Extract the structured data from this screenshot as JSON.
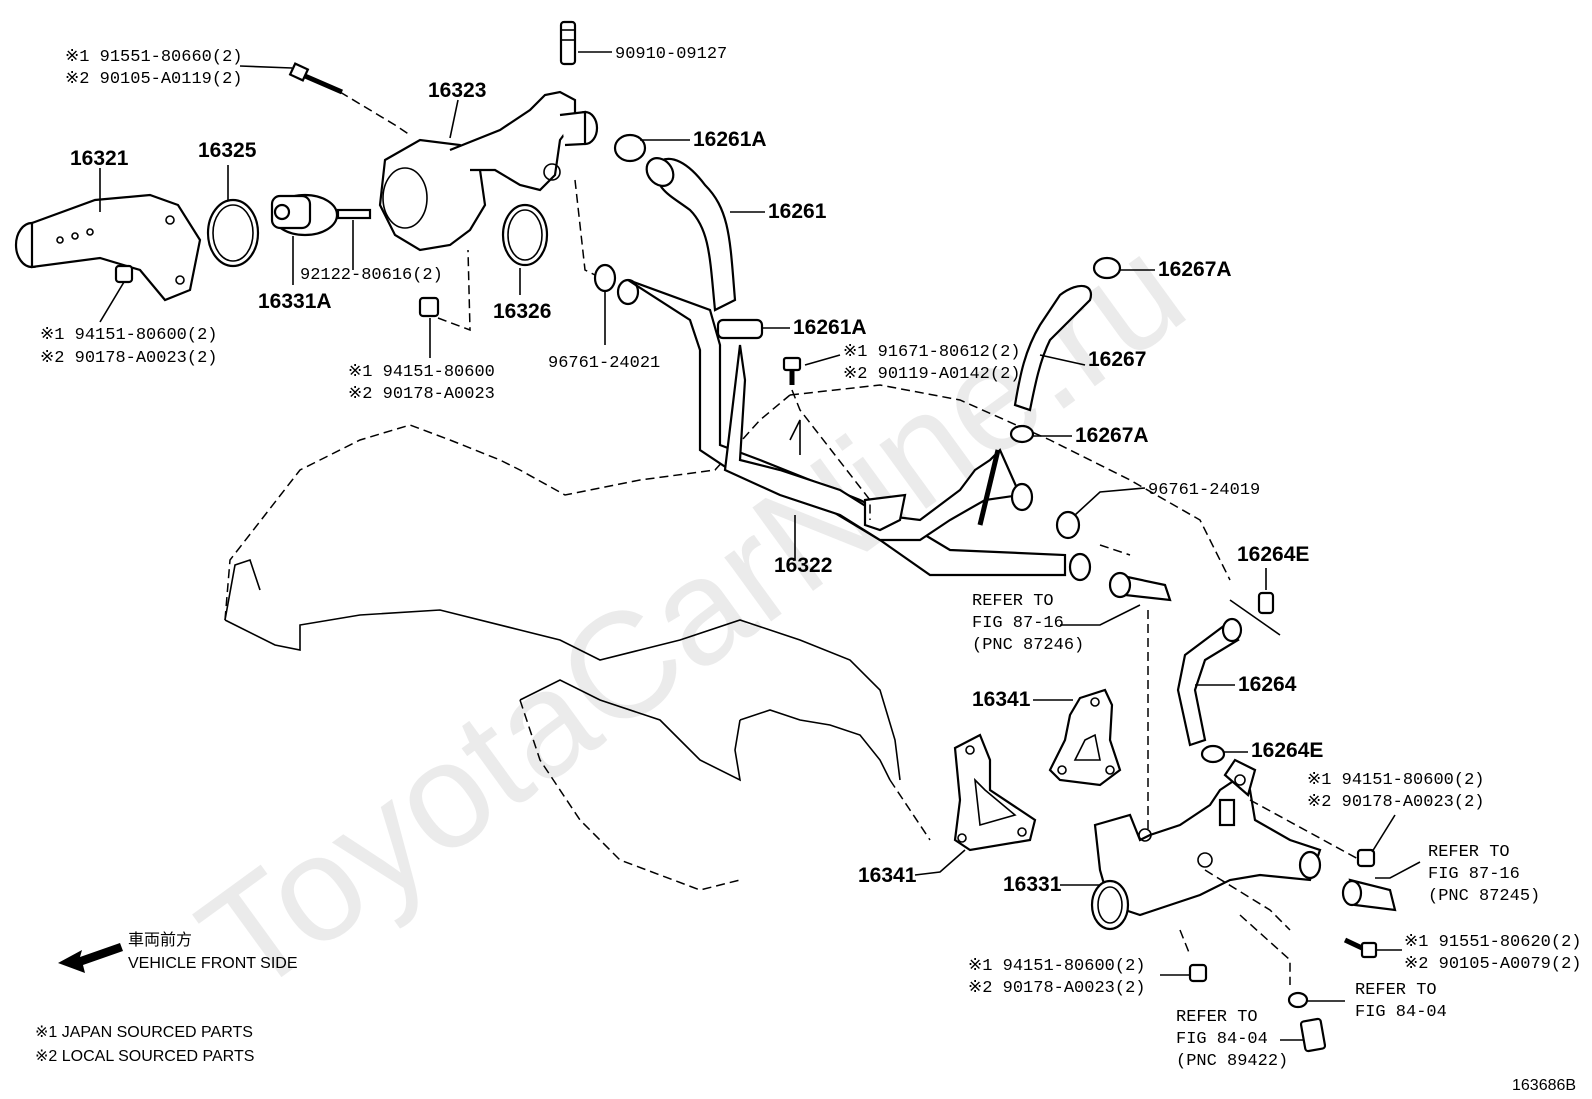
{
  "watermark": "ToyotaCarNine.ru",
  "figure_code": "163686B",
  "front_side": {
    "jp": "車両前方",
    "en": "VEHICLE FRONT SIDE"
  },
  "legend": {
    "jp": "※1 JAPAN SOURCED PARTS",
    "local": "※2 LOCAL SOURCED PARTS"
  },
  "labels": {
    "l_16321": "16321",
    "l_16325": "16325",
    "l_16323": "16323",
    "l_16331A": "16331A",
    "l_92122": "92122-80616(2)",
    "l_16326": "16326",
    "l_96761_24021": "96761-24021",
    "l_90910": "90910-09127",
    "l_16261A_top": "16261A",
    "l_16261": "16261",
    "l_16261A_mid": "16261A",
    "l_bolt1_a": "※1 91551-80660(2)",
    "l_bolt1_b": "※2 90105-A0119(2)",
    "l_nut1_a": "※1 94151-80600(2)",
    "l_nut1_b": "※2 90178-A0023(2)",
    "l_nut2_a": "※1 94151-80600",
    "l_nut2_b": "※2 90178-A0023",
    "l_bolt2_a": "※1 91671-80612(2)",
    "l_bolt2_b": "※2 90119-A0142(2)",
    "l_16267A_top": "16267A",
    "l_16267": "16267",
    "l_16267A_bot": "16267A",
    "l_96761_24019": "96761-24019",
    "l_16322": "16322",
    "l_ref1_a": "REFER TO",
    "l_ref1_b": "FIG 87-16",
    "l_ref1_c": "(PNC 87246)",
    "l_16264E_top": "16264E",
    "l_16264": "16264",
    "l_16264E_bot": "16264E",
    "l_16341_top": "16341",
    "l_16341_bot": "16341",
    "l_16331": "16331",
    "l_nut3_a": "※1 94151-80600(2)",
    "l_nut3_b": "※2 90178-A0023(2)",
    "l_ref2_a": "REFER TO",
    "l_ref2_b": "FIG 87-16",
    "l_ref2_c": "(PNC 87245)",
    "l_bolt3_a": "※1 91551-80620(2)",
    "l_bolt3_b": "※2 90105-A0079(2)",
    "l_nut4_a": "※1 94151-80600(2)",
    "l_nut4_b": "※2 90178-A0023(2)",
    "l_ref3_a": "REFER TO",
    "l_ref3_b": "FIG 84-04",
    "l_ref4_a": "REFER TO",
    "l_ref4_b": "FIG 84-04",
    "l_ref4_c": "(PNC 89422)"
  }
}
